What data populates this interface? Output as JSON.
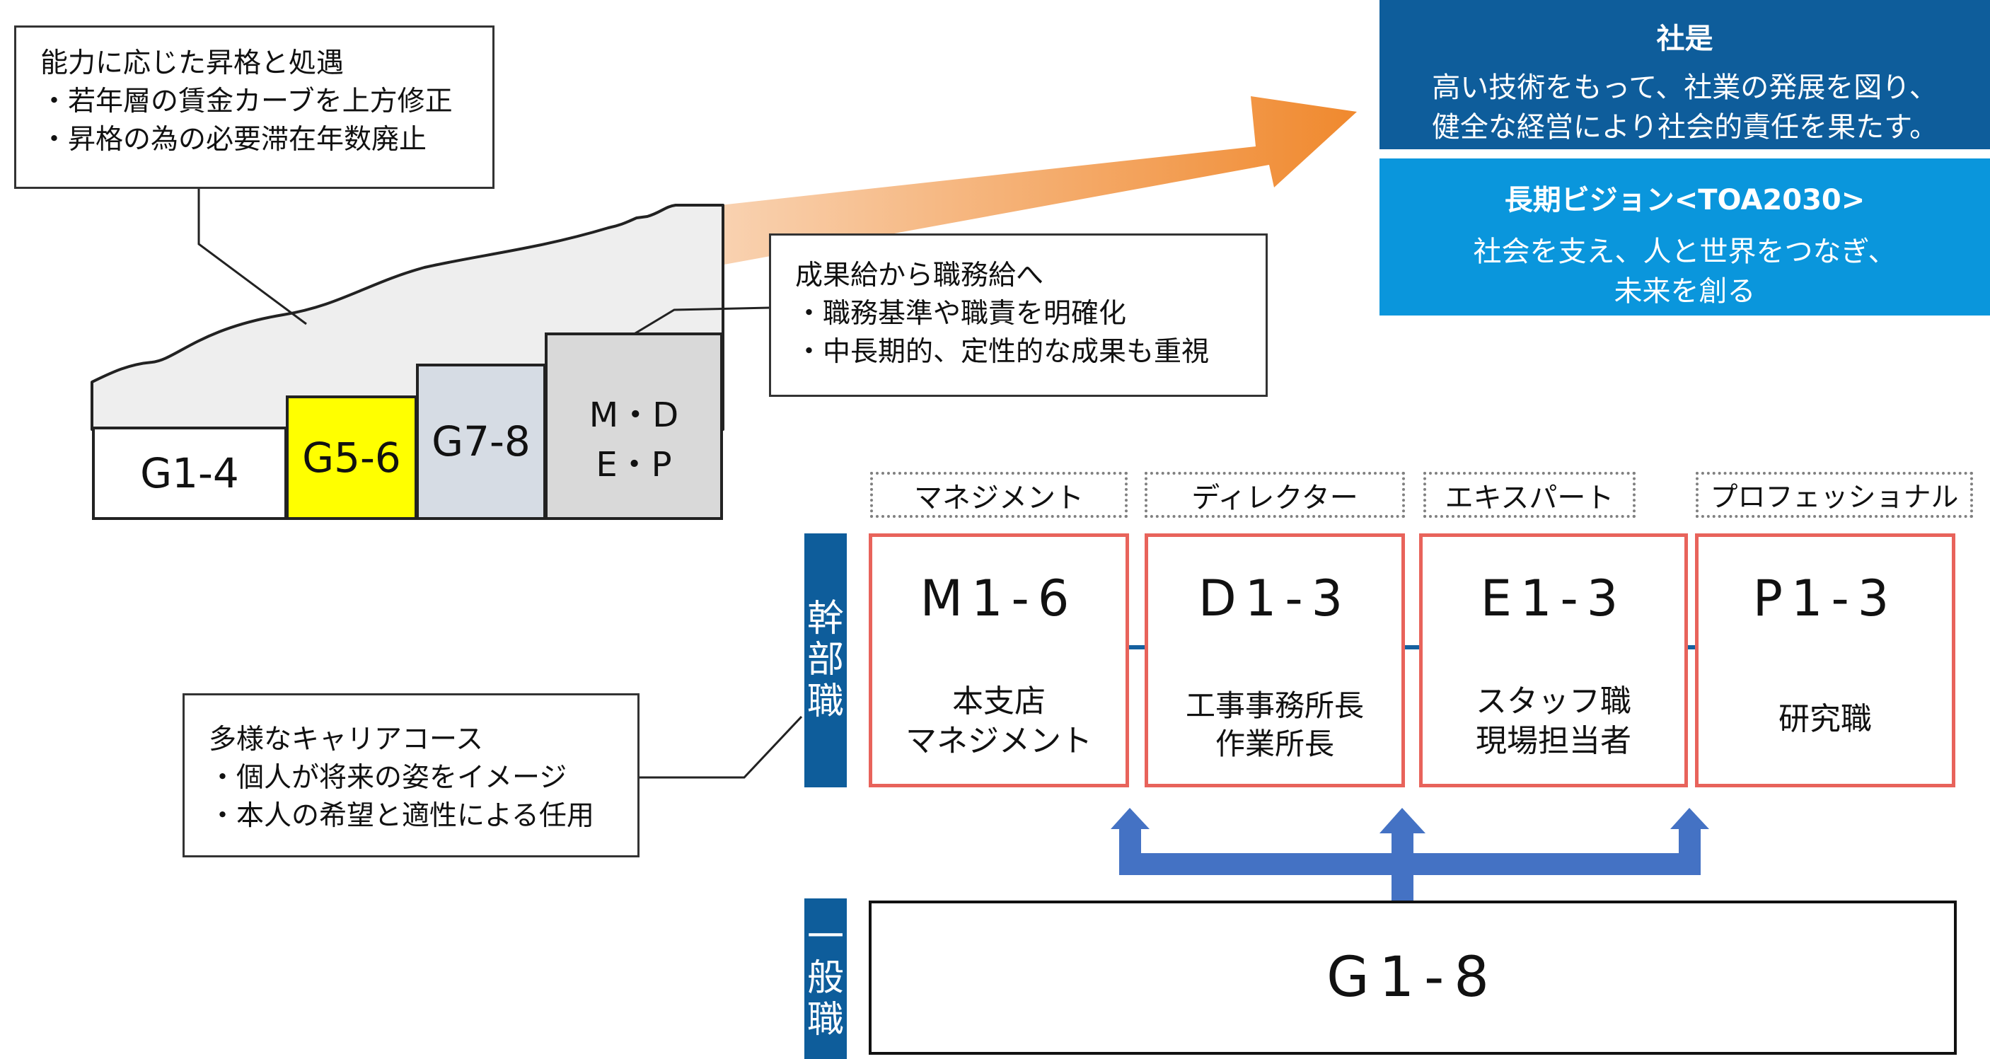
{
  "callouts": {
    "promotion": "能力に応じた昇格と処遇\n・若年層の賃金カーブを上方修正\n・昇格の為の必要滞在年数廃止",
    "pay": "成果給から職務給へ\n・職務基準や職責を明確化\n・中長期的、定性的な成果も重視",
    "career": "多様なキャリアコース\n・個人が将来の姿をイメージ\n・本人の希望と適性による任用"
  },
  "grade_steps": [
    {
      "label": "G1-4"
    },
    {
      "label": "G5-6"
    },
    {
      "label": "G7-8"
    },
    {
      "label": "M・D\nE・P"
    }
  ],
  "motto": {
    "title": "社是",
    "body": "高い技術をもって、社業の発展を図り、\n健全な経営により社会的責任を果たす。"
  },
  "vision": {
    "title": "長期ビジョン<TOA2030>",
    "body": "社会を支え、人と世界をつなぎ、\n未来を創る"
  },
  "labels": {
    "executive": [
      "幹",
      "部",
      "職"
    ],
    "general": [
      "一",
      "般",
      "職"
    ]
  },
  "tracks": [
    {
      "header": "マネジメント",
      "code": "M1-6",
      "role": "本支店\nマネジメント"
    },
    {
      "header": "ディレクター",
      "code": "D1-3",
      "role": "工事事務所長\n作業所長"
    },
    {
      "header": "エキスパート",
      "code": "E1-3",
      "role": "スタッフ職\n現場担当者"
    },
    {
      "header": "プロフェッショナル",
      "code": "P1-3",
      "role": "研究職"
    }
  ],
  "general_grade": "G1-8",
  "colors": {
    "motto_bg": "#0e5d9b",
    "vision_bg": "#0a96dc",
    "track_border": "#e8635b",
    "swap_arrow": "#15609f",
    "up_arrow": "#4472c4",
    "growth_arrow": "#f0892e",
    "highlight_step": "#ffff00"
  }
}
